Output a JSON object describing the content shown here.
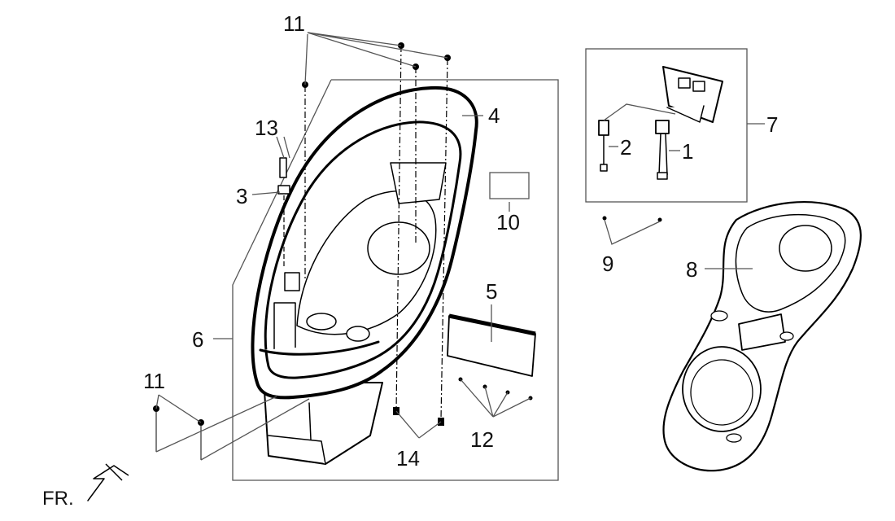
{
  "callouts": {
    "c1": "1",
    "c2": "2",
    "c3": "3",
    "c4": "4",
    "c5": "5",
    "c6": "6",
    "c7": "7",
    "c8": "8",
    "c9": "9",
    "c10": "10",
    "c11_top": "11",
    "c11_bottom": "11",
    "c12": "12",
    "c13": "13",
    "c14": "14"
  },
  "front_label": "FR."
}
